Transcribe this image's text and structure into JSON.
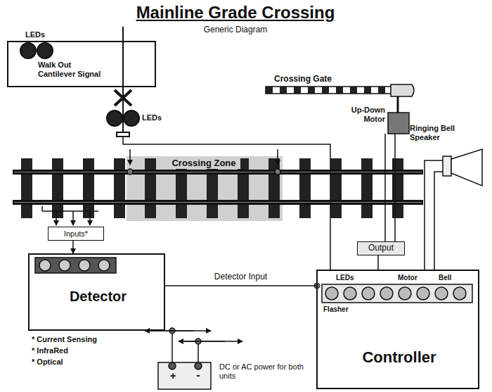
{
  "diagram": {
    "title": "Mainline Grade Crossing",
    "nodes": [
      {
        "text": [
          "LEDs",
          "Walk Out Cantilever Signal"
        ]
      },
      {
        "text": [
          "Inputs*"
        ]
      },
      {
        "text": [
          "Output"
        ]
      },
      {
        "text": [
          "Detector"
        ]
      },
      {
        "text": [
          "Controller"
        ]
      }
    ],
    "edges": [
      {
        "from": 1,
        "to": 3,
        "arrow": "to"
      },
      {
        "from": 3,
        "to": 4,
        "label": "Detector Input",
        "arrow": "none"
      },
      {
        "from": 4,
        "to": 2,
        "arrow": "none"
      }
    ],
    "labels": [
      "Generic Diagram",
      "LEDs",
      "Crossing Gate",
      "Up-Down Motor",
      "Ringing Bell Speaker",
      "Crossing Zone",
      "LEDs",
      "Flasher",
      "Motor",
      "Bell",
      "* Current Sensing",
      "* InfraRed",
      "* Optical",
      "+",
      "-",
      "DC or AC power for both units"
    ]
  }
}
